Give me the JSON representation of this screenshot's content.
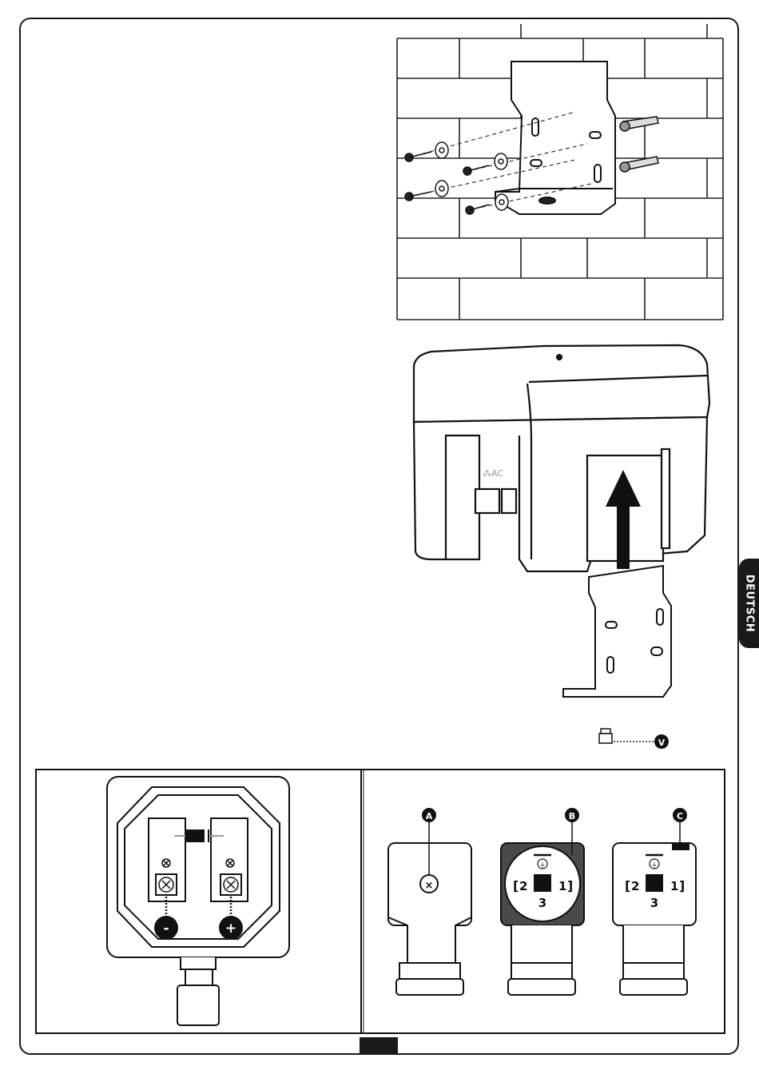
{
  "side_tab": {
    "language": "DEUTSCH"
  },
  "callouts": {
    "v": "V",
    "a": "A",
    "b": "B",
    "c": "C"
  },
  "terminal": {
    "minus": "-",
    "plus": "+"
  },
  "connector_pins": {
    "pin2": "2",
    "pin1": "1",
    "pin3": "3"
  },
  "icons": [
    "wall-bracket-drawing",
    "motor-housing-drawing",
    "arrow-up-icon",
    "bolt-icon",
    "diode-icon",
    "ground-icon",
    "screw-icon"
  ]
}
